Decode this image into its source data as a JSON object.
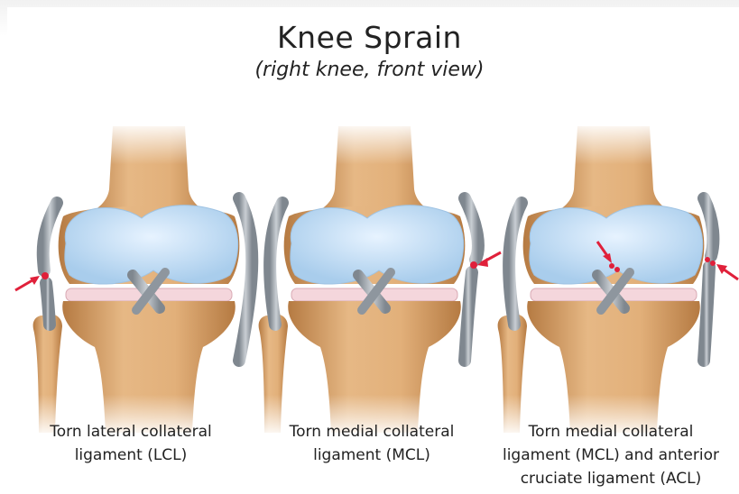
{
  "title": "Knee Sprain",
  "subtitle": "(right knee, front view)",
  "panels": [
    {
      "caption_lines": [
        "Torn lateral collateral",
        "ligament (LCL)"
      ],
      "injury": "LCL"
    },
    {
      "caption_lines": [
        "Torn medial collateral",
        "ligament (MCL)"
      ],
      "injury": "MCL"
    },
    {
      "caption_lines": [
        "Torn medial collateral",
        "ligament (MCL) and anterior",
        "cruciate ligament (ACL)"
      ],
      "injury": "MCL+ACL"
    }
  ],
  "colors": {
    "bone": "#d7a56e",
    "bone_shadow": "#b87d45",
    "cartilage": "#bfdcf5",
    "meniscus": "#f4d6dc",
    "ligament": "#9aa1a8",
    "tear_marker": "#e0203a"
  }
}
